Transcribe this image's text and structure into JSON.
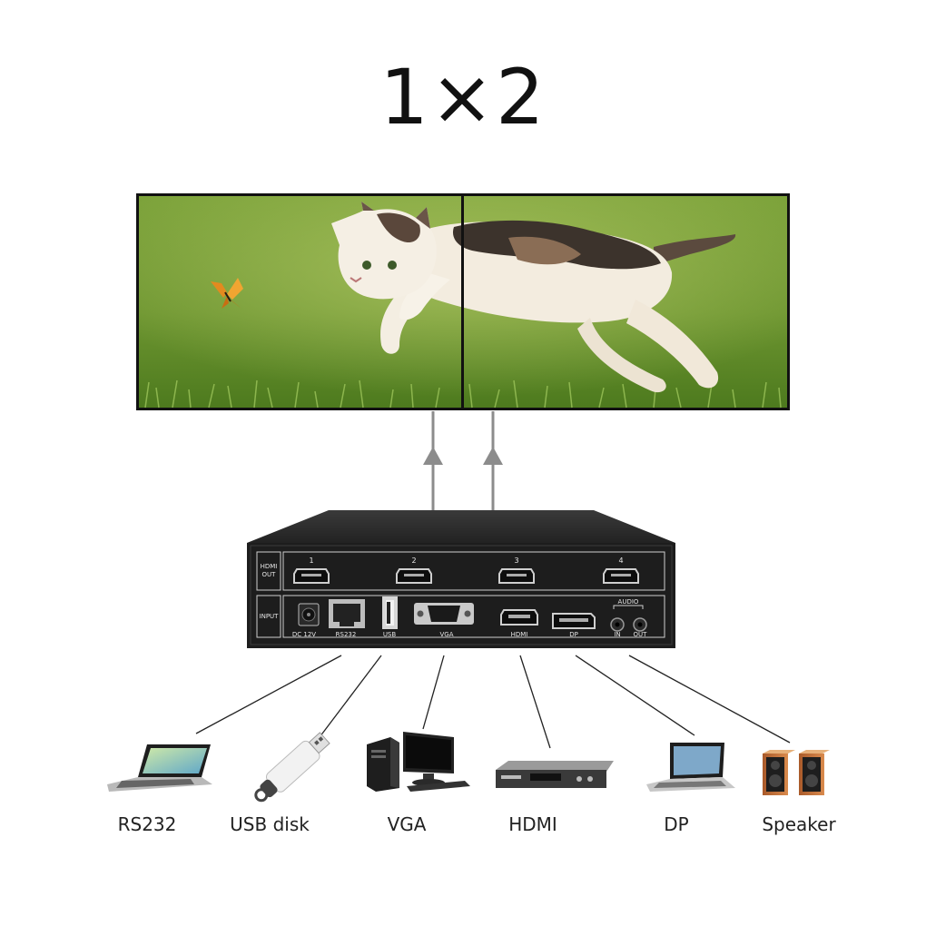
{
  "title": "1×2",
  "box": {
    "row_labels": [
      "HDMI OUT",
      "INPUT"
    ],
    "output_numbers": [
      "1",
      "2",
      "3",
      "4"
    ],
    "port_labels": [
      "DC 12V",
      "RS232",
      "USB",
      "VGA",
      "HDMI",
      "DP",
      "IN",
      "OUT"
    ],
    "audio_label": "AUDIO"
  },
  "devices": [
    {
      "label": "RS232",
      "icon": "laptop-icon"
    },
    {
      "label": "USB disk",
      "icon": "usb-disk-icon"
    },
    {
      "label": "VGA",
      "icon": "desktop-pc-icon"
    },
    {
      "label": "HDMI",
      "icon": "dvd-player-icon"
    },
    {
      "label": "DP",
      "icon": "laptop-icon"
    },
    {
      "label": "Speaker",
      "icon": "speaker-icon"
    }
  ],
  "colors": {
    "arrow": "#8c8c8c",
    "box": "#1c1c1c",
    "grass": "#6f9a32"
  }
}
